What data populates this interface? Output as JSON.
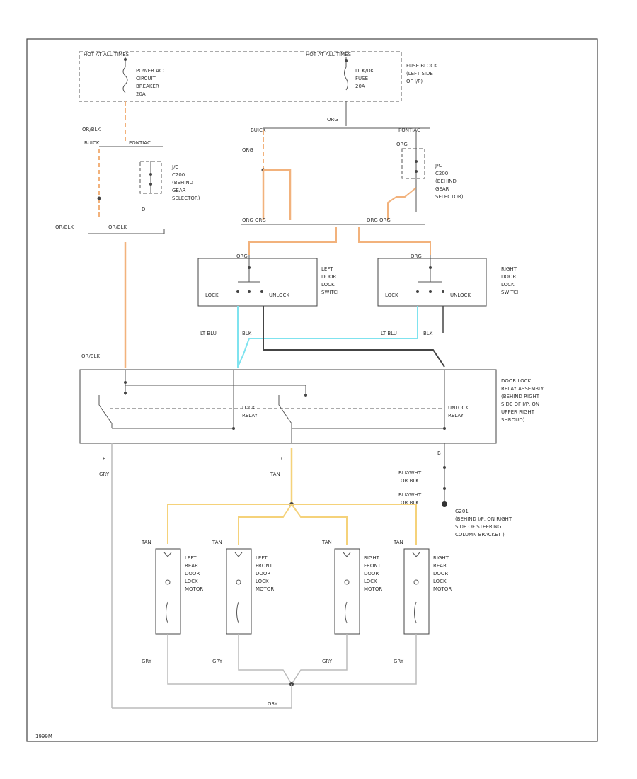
{
  "colors": {
    "orange": "#f2b27c",
    "yellow": "#f5d27a",
    "cyan": "#7fe3ef",
    "black": "#444444",
    "gray": "#999999"
  },
  "fuse_block": {
    "hot_left": "HOT AT ALL TIMES",
    "hot_right": "HOT AT ALL TIMES",
    "breaker": [
      "POWER ACC",
      "CIRCUIT",
      "BREAKER",
      "20A"
    ],
    "fuse": [
      "DLK/DK",
      "FUSE",
      "20A"
    ],
    "label": [
      "FUSE BLOCK",
      "(LEFT SIDE",
      "OF I/P)"
    ]
  },
  "wires": {
    "or_blk": "OR/BLK",
    "org": "ORG",
    "org_org": "ORG   ORG",
    "lt_blu": "LT BLU",
    "blk": "BLK",
    "gry": "GRY",
    "tan": "TAN",
    "blk_wht_or_blk": [
      "BLK/WHT",
      "OR BLK"
    ]
  },
  "splits": {
    "buick": "BUICK",
    "pontiac": "PONTIAC"
  },
  "connectors": {
    "jc_left": [
      "J/C",
      "C200",
      "(BEHIND",
      "GEAR",
      "SELECTOR)"
    ],
    "jc_right": [
      "J/C",
      "C200",
      "(BEHIND",
      "GEAR",
      "SELECTOR)"
    ],
    "pin_d": "D",
    "pin_b": "B",
    "pin_e": "E",
    "pin_c": "C"
  },
  "switches": {
    "left": {
      "label": [
        "LEFT",
        "DOOR",
        "LOCK",
        "SWITCH"
      ],
      "lock": "LOCK",
      "unlock": "UNLOCK"
    },
    "right": {
      "label": [
        "RIGHT",
        "DOOR",
        "LOCK",
        "SWITCH"
      ],
      "lock": "LOCK",
      "unlock": "UNLOCK"
    }
  },
  "relay": {
    "label": [
      "DOOR LOCK",
      "RELAY ASSEMBLY",
      "(BEHIND RIGHT",
      "SIDE OF I/P, ON",
      "UPPER RIGHT",
      "SHROUD)"
    ],
    "lock_relay": [
      "LOCK",
      "RELAY"
    ],
    "unlock_relay": [
      "UNLOCK",
      "RELAY"
    ]
  },
  "ground": {
    "label": [
      "G201",
      "(BEHIND I/P, ON RIGHT",
      "SIDE OF STEERING",
      "COLUMN BRACKET )"
    ]
  },
  "motors": [
    {
      "label": [
        "LEFT",
        "REAR",
        "DOOR",
        "LOCK",
        "MOTOR"
      ],
      "top": "TAN",
      "bottom": "GRY"
    },
    {
      "label": [
        "LEFT",
        "FRONT",
        "DOOR",
        "LOCK",
        "MOTOR"
      ],
      "top": "TAN",
      "bottom": "GRY"
    },
    {
      "label": [
        "RIGHT",
        "FRONT",
        "DOOR",
        "LOCK",
        "MOTOR"
      ],
      "top": "TAN",
      "bottom": "GRY"
    },
    {
      "label": [
        "RIGHT",
        "REAR",
        "DOOR",
        "LOCK",
        "MOTOR"
      ],
      "top": "TAN",
      "bottom": "GRY"
    }
  ],
  "footer": {
    "code": "1999M"
  }
}
